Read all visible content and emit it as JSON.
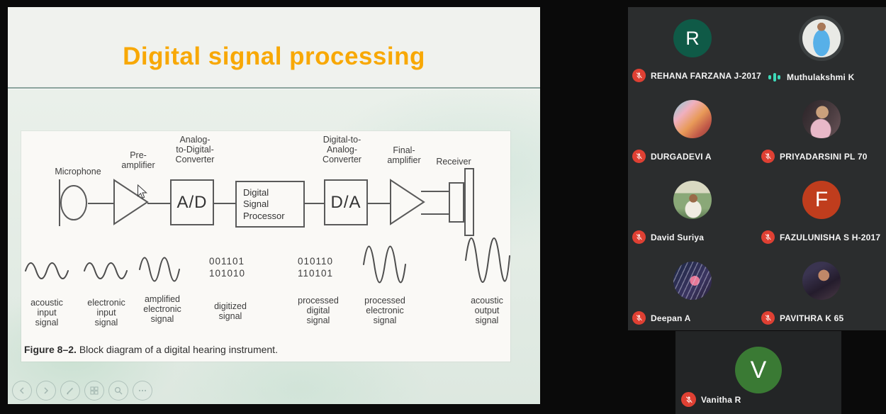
{
  "app": {
    "context": "video meeting with shared presentation"
  },
  "slide": {
    "title": "Digital signal processing",
    "diagram": {
      "components": [
        {
          "label": "Microphone"
        },
        {
          "label": "Pre-\namplifier"
        },
        {
          "label": "Analog-\nto-Digital-\nConverter",
          "box": "A/D"
        },
        {
          "label": "Digital\nSignal\nProcessor"
        },
        {
          "label": "Digital-to-\nAnalog-\nConverter",
          "box": "D/A"
        },
        {
          "label": "Final-\namplifier"
        },
        {
          "label": "Receiver"
        }
      ],
      "signals": [
        {
          "label": "acoustic\ninput\nsignal"
        },
        {
          "label": "electronic\ninput\nsignal"
        },
        {
          "label": "amplified\nelectronic\nsignal"
        },
        {
          "label": "digitized\nsignal",
          "binary": "001101\n101010"
        },
        {
          "label": "processed\ndigital\nsignal",
          "binary": "010110\n110101"
        },
        {
          "label": "processed\nelectronic\nsignal"
        },
        {
          "label": "acoustic\noutput\nsignal"
        }
      ],
      "caption_title": "Figure 8–2.",
      "caption_text": "Block diagram of a digital hearing instrument."
    },
    "toolbar": {
      "icons": [
        "previous",
        "next",
        "pen",
        "grid",
        "zoom",
        "more"
      ]
    }
  },
  "participants": {
    "list": [
      {
        "name": "REHANA FARZANA J-2017",
        "muted": true,
        "avatar_type": "initial",
        "initial": "R",
        "avatar_color": "#0f5a47"
      },
      {
        "name": "Muthulakshmi K",
        "muted": false,
        "speaking": true,
        "avatar_type": "photo"
      },
      {
        "name": "DURGADEVI A",
        "muted": true,
        "avatar_type": "photo"
      },
      {
        "name": "PRIYADARSINI PL 70",
        "muted": true,
        "avatar_type": "photo"
      },
      {
        "name": "David Suriya",
        "muted": true,
        "avatar_type": "photo"
      },
      {
        "name": "FAZULUNISHA S H-2017",
        "muted": true,
        "avatar_type": "initial",
        "initial": "F",
        "avatar_color": "#c03d1d"
      },
      {
        "name": "Deepan A",
        "muted": true,
        "avatar_type": "photo"
      },
      {
        "name": "PAVITHRA K 65",
        "muted": true,
        "avatar_type": "photo"
      },
      {
        "name": "Vanitha R",
        "muted": true,
        "avatar_type": "initial",
        "initial": "V",
        "avatar_color": "#3a7a34"
      }
    ]
  },
  "colors": {
    "title_orange": "#f8a805",
    "muted_red": "#df4033",
    "speaking_teal": "#3ed9b9",
    "panel_bg": "#2b2d2e"
  }
}
